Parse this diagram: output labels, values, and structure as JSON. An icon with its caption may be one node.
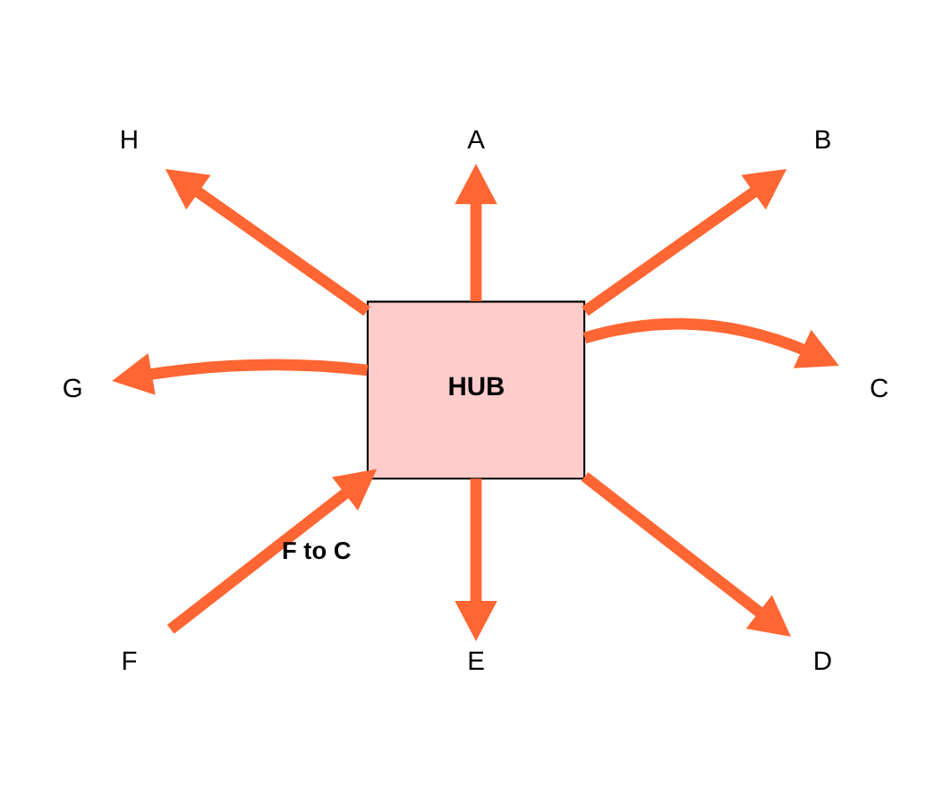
{
  "diagram": {
    "nodes": [
      {
        "text": [
          "HUB"
        ]
      },
      {
        "text": [
          "A"
        ]
      },
      {
        "text": [
          "B"
        ]
      },
      {
        "text": [
          "C"
        ]
      },
      {
        "text": [
          "D"
        ]
      },
      {
        "text": [
          "E"
        ]
      },
      {
        "text": [
          "F"
        ]
      },
      {
        "text": [
          "G"
        ]
      },
      {
        "text": [
          "H"
        ]
      }
    ],
    "edges": [
      {
        "from": 0,
        "to": 1,
        "arrow": "to"
      },
      {
        "from": 0,
        "to": 2,
        "arrow": "to"
      },
      {
        "from": 0,
        "to": 3,
        "arrow": "to"
      },
      {
        "from": 0,
        "to": 4,
        "arrow": "to"
      },
      {
        "from": 0,
        "to": 5,
        "arrow": "to"
      },
      {
        "from": 6,
        "to": 0,
        "arrow": "to",
        "label": "F to C"
      },
      {
        "from": 0,
        "to": 7,
        "arrow": "to"
      },
      {
        "from": 0,
        "to": 8,
        "arrow": "to"
      }
    ]
  }
}
